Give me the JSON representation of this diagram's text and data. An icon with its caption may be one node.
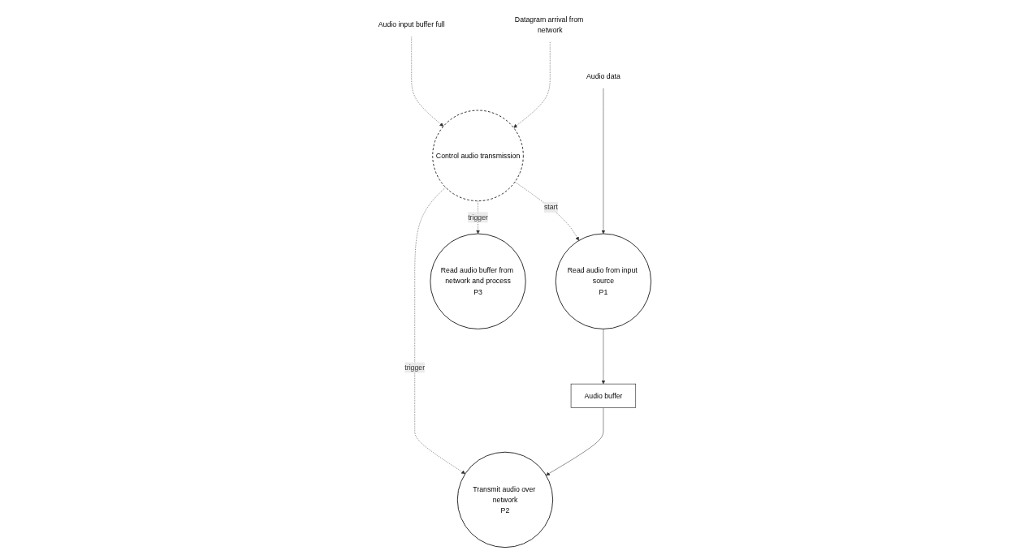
{
  "diagram": {
    "nodes": [
      {
        "text": [
          "Control audio transmission"
        ]
      },
      {
        "text": [
          "Audio input buffer full"
        ]
      },
      {
        "text": [
          "Datagram arrival from network"
        ]
      },
      {
        "text": [
          "Read audio from input source",
          "P1"
        ]
      },
      {
        "text": [
          "Transmit audio over network",
          "P2"
        ]
      },
      {
        "text": [
          "Read audio buffer from network and process",
          "P3"
        ]
      },
      {
        "text": [
          "Audio data"
        ]
      },
      {
        "text": [
          "Audio buffer"
        ]
      }
    ],
    "edges": [
      {
        "from": 1,
        "to": 0,
        "arrow": "to",
        "style": "dashed"
      },
      {
        "from": 2,
        "to": 0,
        "arrow": "to",
        "style": "dashed"
      },
      {
        "from": 0,
        "to": 3,
        "arrow": "to",
        "style": "dashed",
        "label": "start"
      },
      {
        "from": 0,
        "to": 4,
        "arrow": "to",
        "style": "dashed",
        "label": "trigger"
      },
      {
        "from": 0,
        "to": 5,
        "arrow": "to",
        "style": "dashed",
        "label": "trigger"
      },
      {
        "from": 6,
        "to": 3,
        "arrow": "to"
      },
      {
        "from": 3,
        "to": 7,
        "arrow": "to"
      },
      {
        "from": 7,
        "to": 4,
        "arrow": "to"
      }
    ]
  }
}
